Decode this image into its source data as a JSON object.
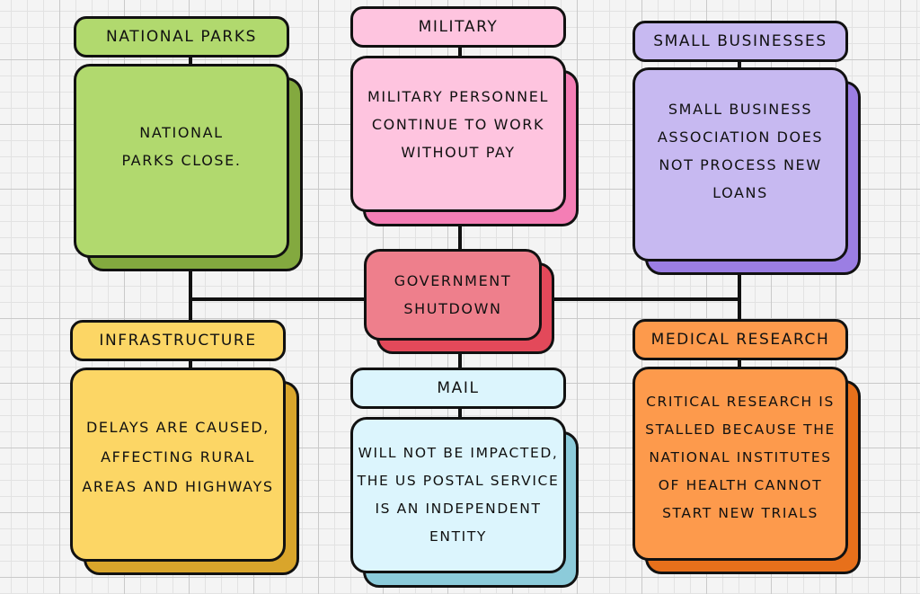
{
  "center": {
    "title": "GOVERNMENT SHUTDOWN"
  },
  "topics": {
    "national_parks": {
      "label": "NATIONAL PARKS",
      "text": "NATIONAL PARKS CLOSE."
    },
    "military": {
      "label": "MILITARY",
      "text": "MILITARY PERSONNEL CONTINUE TO WORK WITHOUT PAY"
    },
    "small_businesses": {
      "label": "SMALL BUSINESSES",
      "text": "SMALL BUSINESS ASSOCIATION DOES NOT PROCESS NEW LOANS"
    },
    "infrastructure": {
      "label": "INFRASTRUCTURE",
      "text": "DELAYS ARE CAUSED, AFFECTING RURAL AREAS AND HIGHWAYS"
    },
    "mail": {
      "label": "MAIL",
      "text": "WILL NOT BE IMPACTED, THE US POSTAL SERVICE IS AN INDEPENDENT ENTITY"
    },
    "medical_research": {
      "label": "MEDICAL RESEARCH",
      "text": "CRITICAL RESEARCH IS STALLED BECAUSE THE NATIONAL INSTITUTES OF HEALTH CANNOT START NEW TRIALS"
    }
  },
  "colors": {
    "green": "#b1d96e",
    "green_dark": "#83a93f",
    "pink": "#fec4df",
    "pink_dark": "#f47eb5",
    "purple": "#c7b9f1",
    "purple_dark": "#9b7ee3",
    "yellow": "#fcd665",
    "yellow_dark": "#d9a52b",
    "blue": "#dcf5fd",
    "blue_dark": "#8ccbda",
    "orange": "#fd9a4c",
    "orange_dark": "#e7701b",
    "center": "#ee7f8c",
    "center_dark": "#e3495a",
    "border": "#111111"
  }
}
